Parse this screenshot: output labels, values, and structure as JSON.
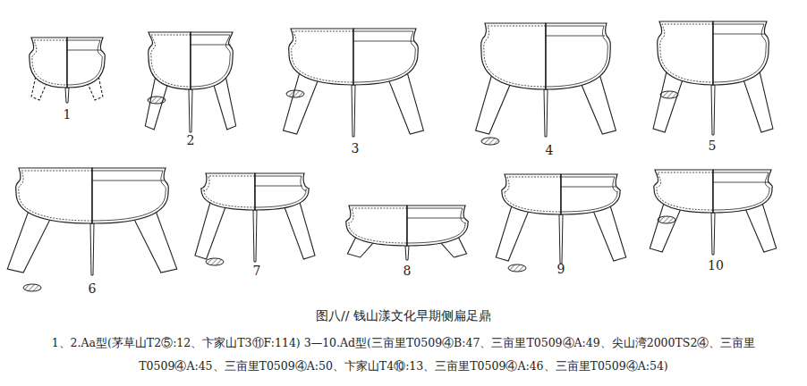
{
  "diagram": {
    "title": "图八// 钱山漾文化早期侧扁足鼎",
    "caption": "1、2.Aa型(茅草山T2⑤:12、卞家山T3⑪F:114) 3—10.Ad型(三亩里T0509④B:47、三亩里T0509④A:49、尖山湾2000TS2④、三亩里T0509④A:45、三亩里T0509④A:50、卞家山T4⑩:13、三亩里T0509④A:46、三亩里T0509④A:54)",
    "labels": [
      "1",
      "2",
      "3",
      "4",
      "5",
      "6",
      "7",
      "8",
      "9",
      "10"
    ]
  }
}
